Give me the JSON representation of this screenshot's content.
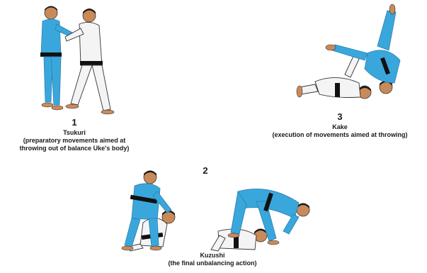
{
  "steps": [
    {
      "number": "1",
      "name": "Tsukuri",
      "description": "(preparatory movements aimed at throwing out of balance Uke's body)",
      "description_lines": [
        "(preparatory movements aimed at",
        "throwing out of balance Uke's body)"
      ]
    },
    {
      "number": "2",
      "name": "Kuzushi",
      "description": "(the final unbalancing action)",
      "description_lines": [
        "(the final unbalancing action)"
      ]
    },
    {
      "number": "3",
      "name": "Kake",
      "description": "(execution of movements aimed at throwing)",
      "description_lines": [
        "(execution of movements aimed at throwing)"
      ]
    }
  ],
  "colors": {
    "blue_gi": "#3aa7dc",
    "white_gi": "#f4f4f4",
    "black_belt": "#111111",
    "skin": "#c98a5a",
    "hair": "#1a1a1a",
    "outline": "#333333"
  }
}
